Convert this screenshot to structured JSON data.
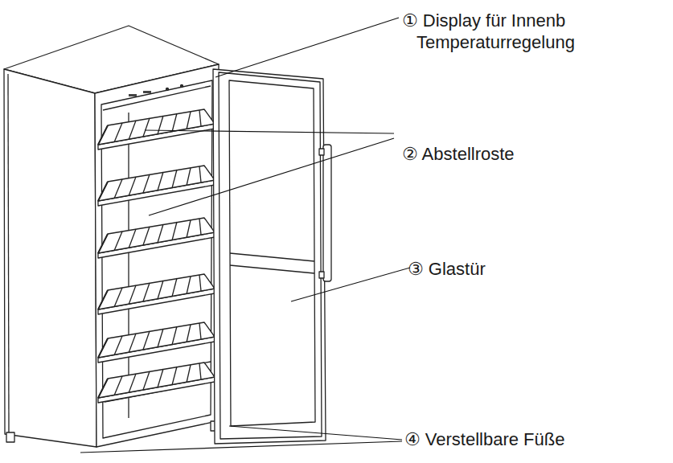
{
  "diagram": {
    "labels": [
      "① Display für Innenb Temperaturregelung",
      "② Abstellroste",
      "③ Glastür",
      "④ Verstellbare Füße"
    ]
  }
}
